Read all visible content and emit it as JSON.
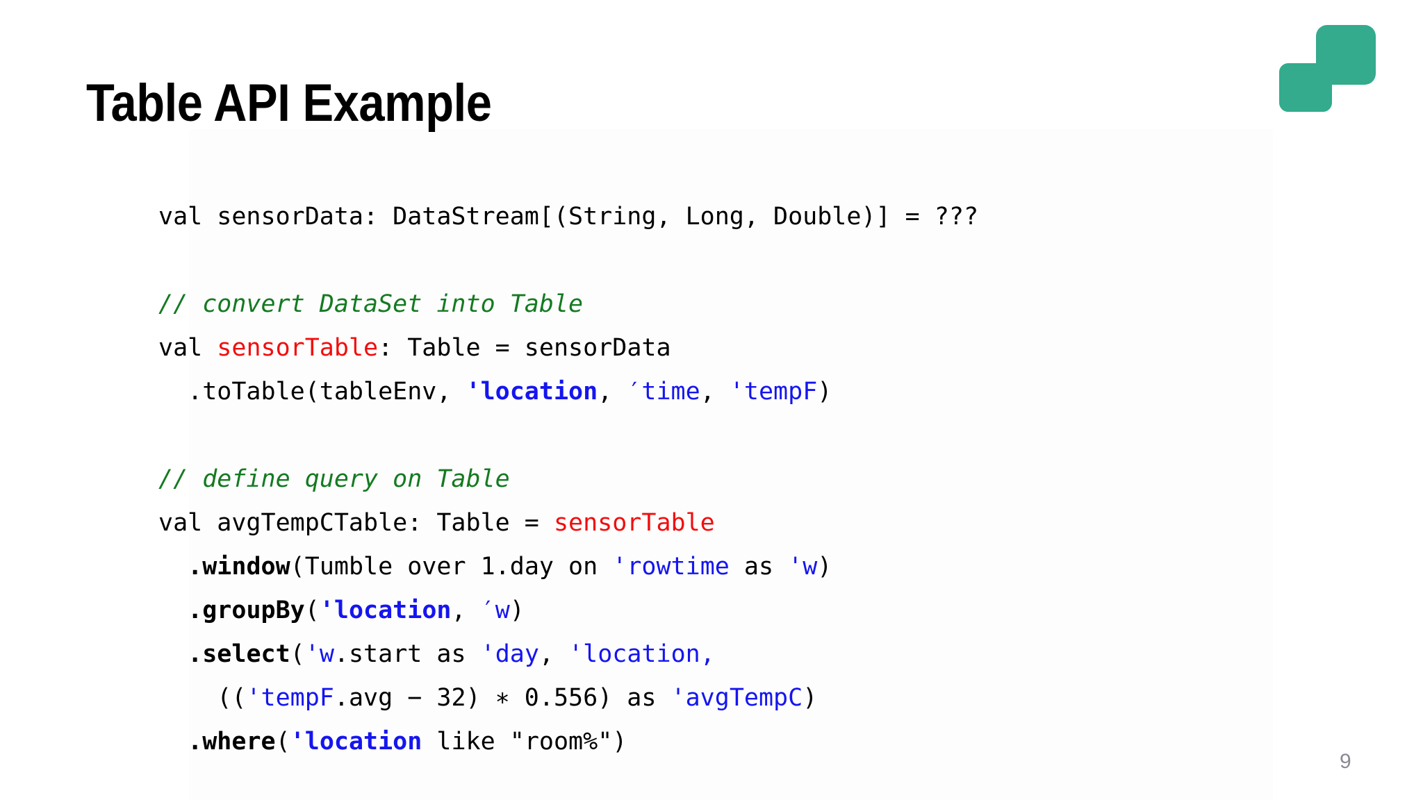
{
  "slide": {
    "title": "Table API Example",
    "page_number": "9",
    "background_color": "#ffffff"
  },
  "logo": {
    "name": "apache-flink-squares-logo",
    "color": "#33ab8c",
    "shapes": [
      "rounded-square-back",
      "rounded-square-front"
    ]
  },
  "theme": {
    "title_color": "#000000",
    "accent_color": "#33ab8c",
    "page_number_color": "#8a8a93",
    "code_plain_color": "#000000",
    "code_comment_color": "#147a21",
    "code_identifier_color": "#f20d0d",
    "code_symbol_color": "#1515f0"
  },
  "code_block": {
    "language": "scala",
    "plain_text": "val sensorData: DataStream[(String, Long, Double)] = ???\n\n// convert DataSet into Table\nval sensorTable: Table = sensorData\n  .toTable(tableEnv, 'location, ′time, 'tempF)\n\n// define query on Table\nval avgTempCTable: Table = sensorTable\n  .window(Tumble over 1.day on 'rowtime as 'w)\n  .groupBy('location, ′w)\n  .select('w.start as 'day, 'location,\n    (('tempF.avg − 32) ∗ 0.556) as 'avgTempC)\n  .where('location like \"room%\")",
    "lines": [
      {
        "id": "line-1",
        "tokens": [
          {
            "text": "val sensorData: DataStream[(String, Long, Double)] = ???",
            "style": "plain"
          }
        ]
      },
      {
        "id": "line-2",
        "tokens": []
      },
      {
        "id": "line-3",
        "tokens": [
          {
            "text": "// convert DataSet into Table",
            "style": "comment"
          }
        ]
      },
      {
        "id": "line-4",
        "tokens": [
          {
            "text": "val ",
            "style": "plain"
          },
          {
            "text": "sensorTable",
            "style": "red"
          },
          {
            "text": ": Table = sensorData",
            "style": "plain"
          }
        ]
      },
      {
        "id": "line-5",
        "tokens": [
          {
            "text": "  .toTable(tableEnv, ",
            "style": "plain"
          },
          {
            "text": "'location",
            "style": "blue-bold"
          },
          {
            "text": ", ",
            "style": "plain"
          },
          {
            "text": "′time",
            "style": "blue"
          },
          {
            "text": ", ",
            "style": "plain"
          },
          {
            "text": "'tempF",
            "style": "blue"
          },
          {
            "text": ")",
            "style": "plain"
          }
        ]
      },
      {
        "id": "line-6",
        "tokens": []
      },
      {
        "id": "line-7",
        "tokens": [
          {
            "text": "// define query on Table",
            "style": "comment"
          }
        ]
      },
      {
        "id": "line-8",
        "tokens": [
          {
            "text": "val avgTempCTable: Table = ",
            "style": "plain"
          },
          {
            "text": "sensorTable",
            "style": "red"
          }
        ]
      },
      {
        "id": "line-9",
        "tokens": [
          {
            "text": "  ",
            "style": "plain"
          },
          {
            "text": ".window",
            "style": "bold"
          },
          {
            "text": "(Tumble over 1.day on ",
            "style": "plain"
          },
          {
            "text": "'rowtime",
            "style": "blue"
          },
          {
            "text": " as ",
            "style": "plain"
          },
          {
            "text": "'w",
            "style": "blue"
          },
          {
            "text": ")",
            "style": "plain"
          }
        ]
      },
      {
        "id": "line-10",
        "tokens": [
          {
            "text": "  ",
            "style": "plain"
          },
          {
            "text": ".groupBy",
            "style": "bold"
          },
          {
            "text": "(",
            "style": "plain"
          },
          {
            "text": "'location",
            "style": "blue-bold"
          },
          {
            "text": ", ",
            "style": "plain"
          },
          {
            "text": "′w",
            "style": "blue"
          },
          {
            "text": ")",
            "style": "plain"
          }
        ]
      },
      {
        "id": "line-11",
        "tokens": [
          {
            "text": "  ",
            "style": "plain"
          },
          {
            "text": ".select",
            "style": "bold"
          },
          {
            "text": "(",
            "style": "plain"
          },
          {
            "text": "'w",
            "style": "blue"
          },
          {
            "text": ".start as ",
            "style": "plain"
          },
          {
            "text": "'day",
            "style": "blue"
          },
          {
            "text": ", ",
            "style": "plain"
          },
          {
            "text": "'location,",
            "style": "blue"
          }
        ]
      },
      {
        "id": "line-12",
        "tokens": [
          {
            "text": "    ((",
            "style": "plain"
          },
          {
            "text": "'tempF",
            "style": "blue"
          },
          {
            "text": ".avg − 32) ∗ 0.556) as ",
            "style": "plain"
          },
          {
            "text": "'avgTempC",
            "style": "blue"
          },
          {
            "text": ")",
            "style": "plain"
          }
        ]
      },
      {
        "id": "line-13",
        "tokens": [
          {
            "text": "  ",
            "style": "plain"
          },
          {
            "text": ".where",
            "style": "bold"
          },
          {
            "text": "(",
            "style": "plain"
          },
          {
            "text": "'location",
            "style": "blue-bold"
          },
          {
            "text": " like \"room%\")",
            "style": "plain"
          }
        ]
      }
    ]
  }
}
